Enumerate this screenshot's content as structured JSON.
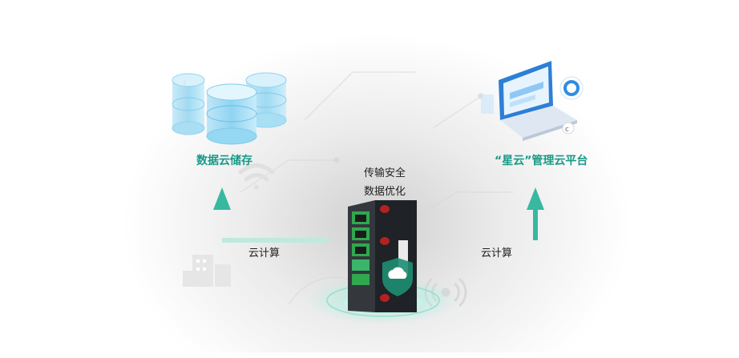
{
  "labels": {
    "storage": "数据云储存",
    "platform": "“星云”管理云平台",
    "security_line1": "传输安全",
    "security_line2": "数据优化",
    "cloud_compute_left": "云计算",
    "cloud_compute_right": "云计算"
  },
  "colors": {
    "accent": "#1a9a86",
    "arrow": "#3fbfa8",
    "storage_cyl": "#7fd0f0",
    "device_body": "#2a2a2a",
    "port_green": "#2fa84f",
    "screen_blue": "#2f8ee0"
  },
  "icons": [
    "database-cylinders-icon",
    "wifi-icon",
    "building-icon",
    "router-device-icon",
    "cloud-shield-icon",
    "laptop-dashboard-icon",
    "signal-icon"
  ]
}
